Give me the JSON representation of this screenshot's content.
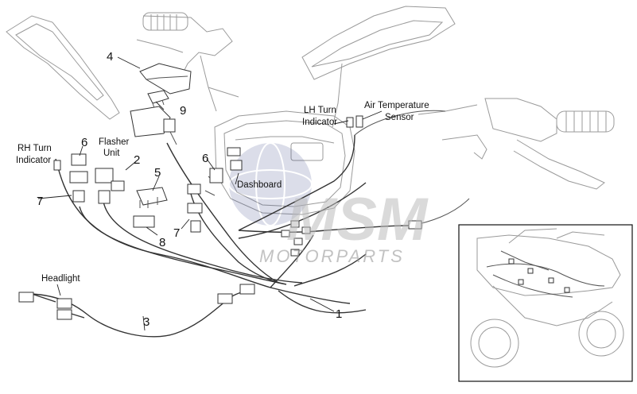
{
  "callouts": {
    "n1": "1",
    "n2": "2",
    "n3": "3",
    "n4": "4",
    "n5": "5",
    "n6a": "6",
    "n6b": "6",
    "n7a": "7",
    "n7b": "7",
    "n8": "8",
    "n9": "9"
  },
  "labels": {
    "rh_turn_line1": "RH Turn",
    "rh_turn_line2": "Indicator",
    "flasher_line1": "Flasher",
    "flasher_line2": "Unit",
    "headlight": "Headlight",
    "lh_turn_line1": "LH Turn",
    "lh_turn_line2": "Indicator",
    "air_temp_line1": "Air Temperature",
    "air_temp_line2": "Sensor",
    "dashboard": "Dashboard"
  },
  "watermark": {
    "logo": "MSM",
    "text": "MOTORPARTS"
  },
  "colors": {
    "line": "#555555",
    "paint_line": "#9a9a9a",
    "watermark": "#bcbcbc",
    "globe": "#3c4a8c"
  }
}
